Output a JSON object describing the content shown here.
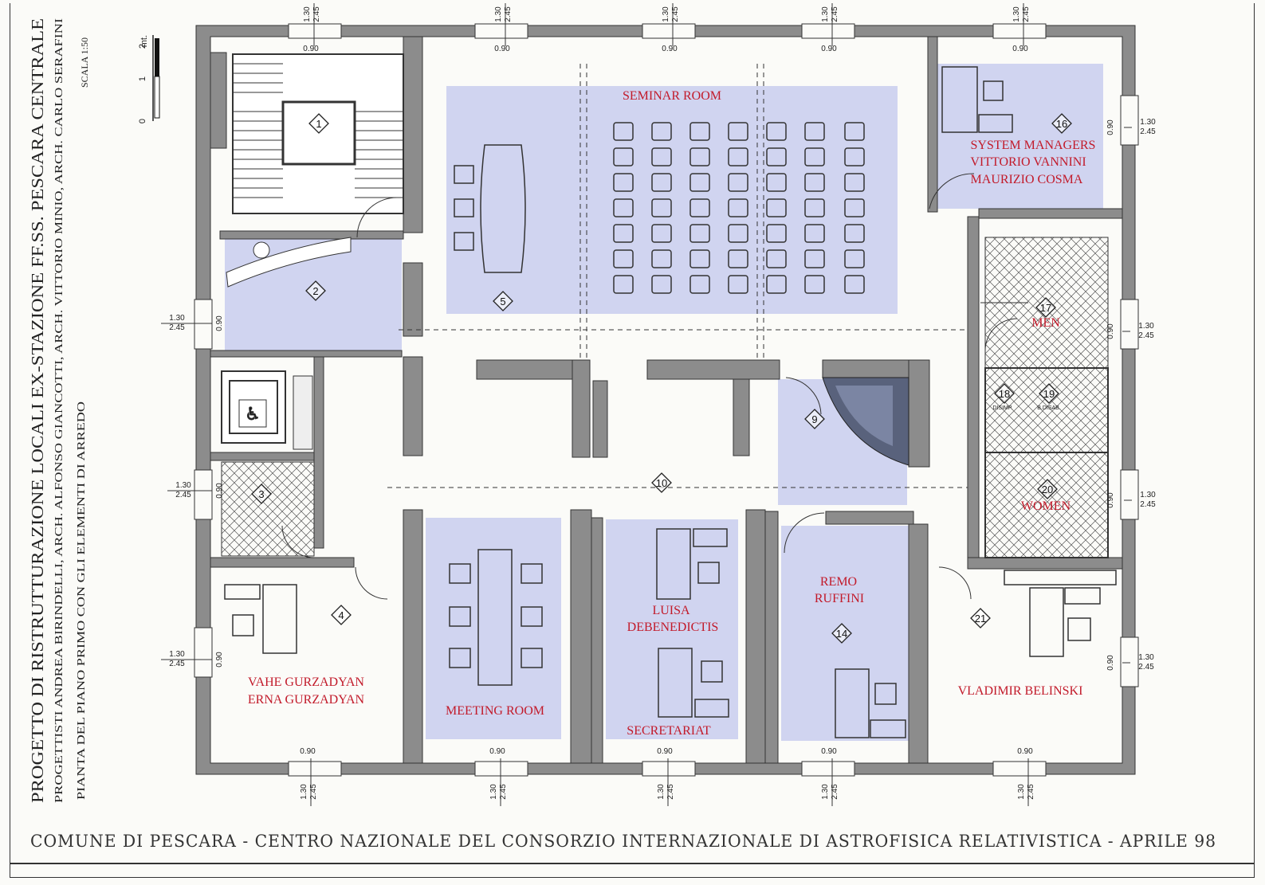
{
  "title_block": {
    "line1": "PROGETTO DI RISTRUTTURAZIONE LOCALI EX-STAZIONE FF.SS. PESCARA CENTRALE",
    "line2": "PROGETTISTI ANDREA BIRINDELLI, ARCH. ALFONSO GIANCOTTI, ARCH. VITTORIO MINIO, ARCH. CARLO SERAFINI",
    "line3": "PIANTA DEL PIANO PRIMO CON GLI ELEMENTI DI ARREDO",
    "scale": "SCALA 1:50"
  },
  "scale_bar": {
    "unit": "mt.",
    "ticks": [
      "0",
      "1",
      "2"
    ]
  },
  "footer": "COMUNE DI PESCARA  -  CENTRO NAZIONALE DEL CONSORZIO INTERNAZIONALE DI ASTROFISICA RELATIVISTICA  -  APRILE 98",
  "dimensions": {
    "window_width": "0.90",
    "window_size_a": "1.30",
    "window_size_b": "2.45"
  },
  "room_labels": {
    "seminar": "SEMINAR ROOM",
    "sys_line1": "SYSTEM MANAGERS",
    "sys_line2": "VITTORIO VANNINI",
    "sys_line3": "MAURIZIO COSMA",
    "men": "MEN",
    "women": "WOMEN",
    "remo_line1": "REMO",
    "remo_line2": "RUFFINI",
    "luisa_line1": "LUISA",
    "luisa_line2": "DEBENEDICTIS",
    "secretariat": "SECRETARIAT",
    "meeting": "MEETING ROOM",
    "vahe_line1": "VAHE GURZADYAN",
    "vahe_line2": "ERNA GURZADYAN",
    "vladimir": "VLADIMIR BELINSKI"
  },
  "room_numbers": [
    "1",
    "2",
    "3",
    "4",
    "5",
    "9",
    "10",
    "14",
    "16",
    "17",
    "18",
    "19",
    "20",
    "21"
  ],
  "room_small_labels": {
    "disimp": "DISIMP.",
    "disab": "B.DISAB."
  },
  "colors": {
    "highlight": "#c8cdee",
    "wall": "#8c8c8c",
    "label": "#c21a2a",
    "paper": "#fbfbf8"
  }
}
